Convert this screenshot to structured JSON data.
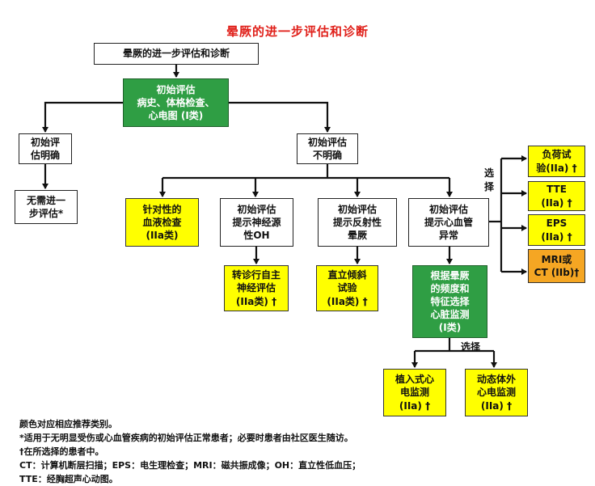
{
  "title": "晕厥的进一步评估和诊断",
  "nodes": {
    "top": "晕厥的进一步评估和诊断",
    "initial": "初始评估\n病史、体格检查、\n心电图 (I类)",
    "clear": "初始评\n估明确",
    "no_further": "无需进一\n步评估*",
    "unclear": "初始评估\n不明确",
    "blood": "针对性的\n血液检查\n(IIa类)",
    "neuro": "初始评估\n提示神经源\n性OH",
    "autonomic": "转诊行自主\n神经评估\n(IIa类) †",
    "reflex": "初始评估\n提示反射性\n晕厥",
    "tilt": "直立倾斜\n试验\n(IIa类) †",
    "cardiac": "初始评估\n提示心血管\n异常",
    "monitor": "根据晕厥\n的频度和\n特征选择\n心脏监测\n(I类)",
    "implant": "植入式心\n电监测\n(IIa) †",
    "ambulatory": "动态体外\n心电监测\n(IIa) †",
    "stress": "负荷试\n验(IIa) †",
    "tte": "TTE\n(IIa) †",
    "eps": "EPS\n(IIa) †",
    "mri_ct": "MRI或\nCT (IIb)†"
  },
  "labels": {
    "choose_right": "选\n择",
    "choose_bottom": "选择"
  },
  "legend": [
    "颜色对应相应推荐类别。",
    "*适用于无明显受伤或心血管疾病的初始评估正常患者；必要时患者由社区医生随访。",
    "†在所选择的患者中。",
    "CT：计算机断层扫描；EPS：电生理检查；MRI：磁共振成像；OH：直立性低血压；",
    "TTE：经胸超声心动图。"
  ],
  "colors": {
    "title": "#e0201a",
    "class_I": "#2f9e44",
    "class_IIa": "#ffff00",
    "class_IIb": "#f5a623"
  }
}
